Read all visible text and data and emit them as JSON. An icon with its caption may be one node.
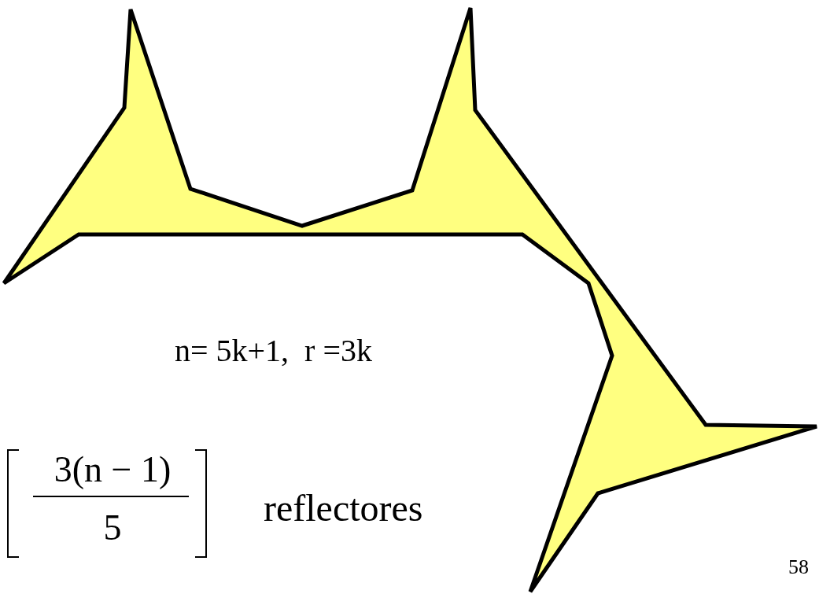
{
  "diagram": {
    "labels": [
      "n= 5k+1,  r =3k",
      "3(n − 1)",
      "5",
      "reflectores",
      "58"
    ]
  }
}
